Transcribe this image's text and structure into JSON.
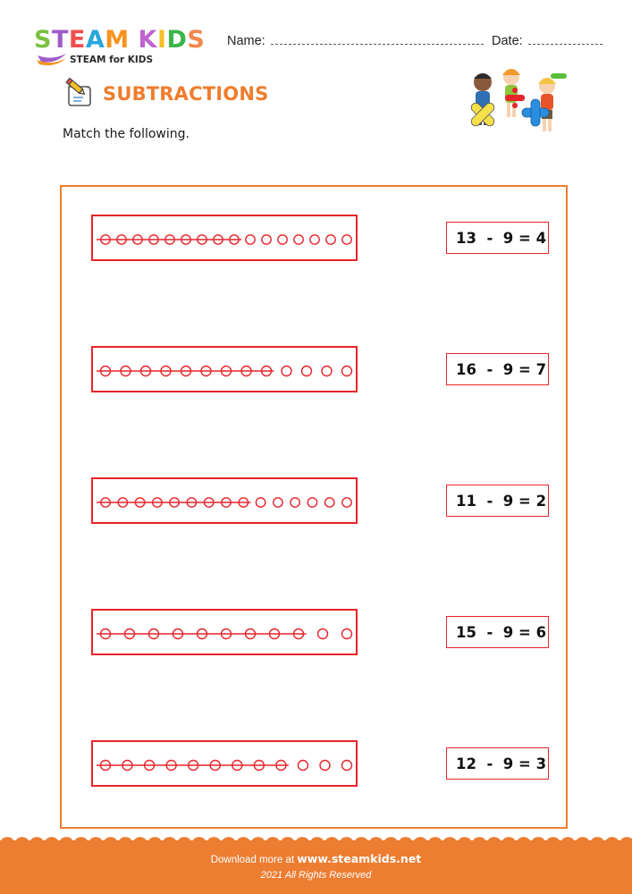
{
  "logo": {
    "letters": [
      {
        "char": "S",
        "color": "#7ac143"
      },
      {
        "char": "T",
        "color": "#a05cc8"
      },
      {
        "char": "E",
        "color": "#f04e4e"
      },
      {
        "char": "A",
        "color": "#2aa7dd"
      },
      {
        "char": "M",
        "color": "#f7941d"
      },
      {
        "char": " ",
        "color": "#ffffff"
      },
      {
        "char": "K",
        "color": "#c062d0"
      },
      {
        "char": "I",
        "color": "#f6c026"
      },
      {
        "char": "D",
        "color": "#3cb54a"
      },
      {
        "char": "S",
        "color": "#f4874b"
      }
    ],
    "tagline": "STEAM for KIDS"
  },
  "header": {
    "name_label": "Name:",
    "date_label": "Date:"
  },
  "worksheet": {
    "title": "SUBTRACTIONS",
    "instruction": "Match the following.",
    "accent_color": "#ef7d2d",
    "line_color": "#e8242a"
  },
  "rows": [
    {
      "total": 16,
      "crossed": 9,
      "equation": "13  -  9 = 4"
    },
    {
      "total": 13,
      "crossed": 9,
      "equation": "16  -  9 = 7"
    },
    {
      "total": 15,
      "crossed": 9,
      "equation": "11  -  9 = 2"
    },
    {
      "total": 11,
      "crossed": 9,
      "equation": "15  -  9 = 6"
    },
    {
      "total": 12,
      "crossed": 9,
      "equation": "12  -  9 = 3"
    }
  ],
  "footer": {
    "prefix": "Download more at ",
    "url": "www.steamkids.net",
    "copyright": "2021 All Rights Reserved",
    "color": "#ed7d31"
  }
}
